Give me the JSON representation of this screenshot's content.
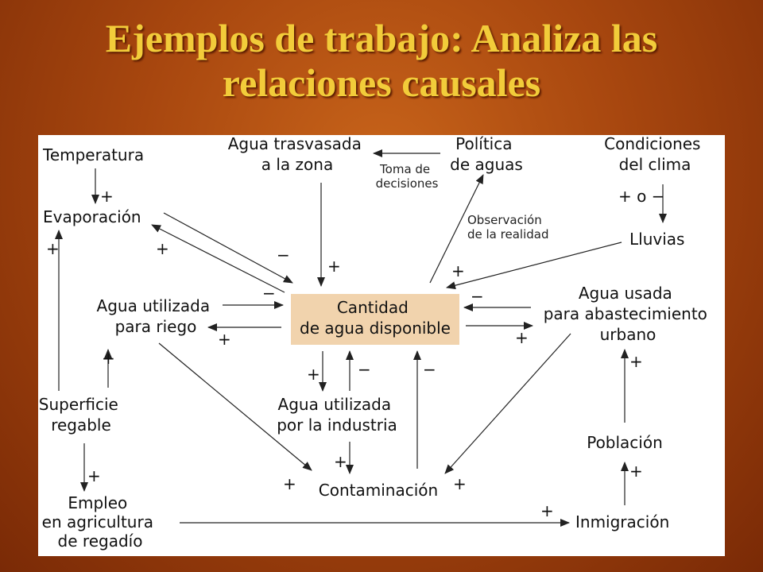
{
  "title": {
    "line1": "Ejemplos de trabajo: Analiza las",
    "line2": "relaciones causales"
  },
  "diagram": {
    "nodes": {
      "temperatura": [
        "Temperatura"
      ],
      "evaporacion": [
        "Evaporación"
      ],
      "agua_trasvasada": [
        "Agua trasvasada",
        "a la zona"
      ],
      "politica": [
        "Política",
        "de aguas"
      ],
      "condiciones": [
        "Condiciones",
        "del clima"
      ],
      "lluvias": [
        "Lluvias"
      ],
      "cantidad": [
        "Cantidad",
        "de agua disponible"
      ],
      "agua_riego": [
        "Agua utilizada",
        "para riego"
      ],
      "agua_urbano": [
        "Agua usada",
        "para abastecimiento",
        "urbano"
      ],
      "superficie": [
        "Superficie",
        "regable"
      ],
      "agua_industria": [
        "Agua utilizada",
        "por la industria"
      ],
      "poblacion": [
        "Población"
      ],
      "contaminacion": [
        "Contaminación"
      ],
      "empleo": [
        "Empleo",
        "en agricultura",
        "de regadío"
      ],
      "inmigracion": [
        "Inmigración"
      ]
    },
    "annotations": {
      "toma_decisiones": [
        "Toma de",
        "decisiones"
      ],
      "observacion": [
        "Observación",
        "de la realidad"
      ]
    },
    "signs": {
      "temp_evap": "+",
      "cond_lluvias": "+ o −",
      "evap_cantidad": "−",
      "cantidad_evap": "+",
      "superficie_evap": "+",
      "trasvasada_cantidad": "+",
      "lluvias_cantidad": "+",
      "riego_cantidad": "−",
      "cantidad_riego": "+",
      "urbano_cantidad": "−",
      "cantidad_urbano": "+",
      "superficie_riego": "+",
      "cantidad_industria": "+",
      "industria_cantidad": "−",
      "contaminacion_cantidad": "−",
      "industria_contaminacion": "+",
      "riego_contaminacion": "+",
      "urbano_contaminacion": "+",
      "superficie_empleo": "+",
      "empleo_inmigracion": "+",
      "inmigracion_poblacion": "+",
      "poblacion_urbano": "+"
    }
  }
}
